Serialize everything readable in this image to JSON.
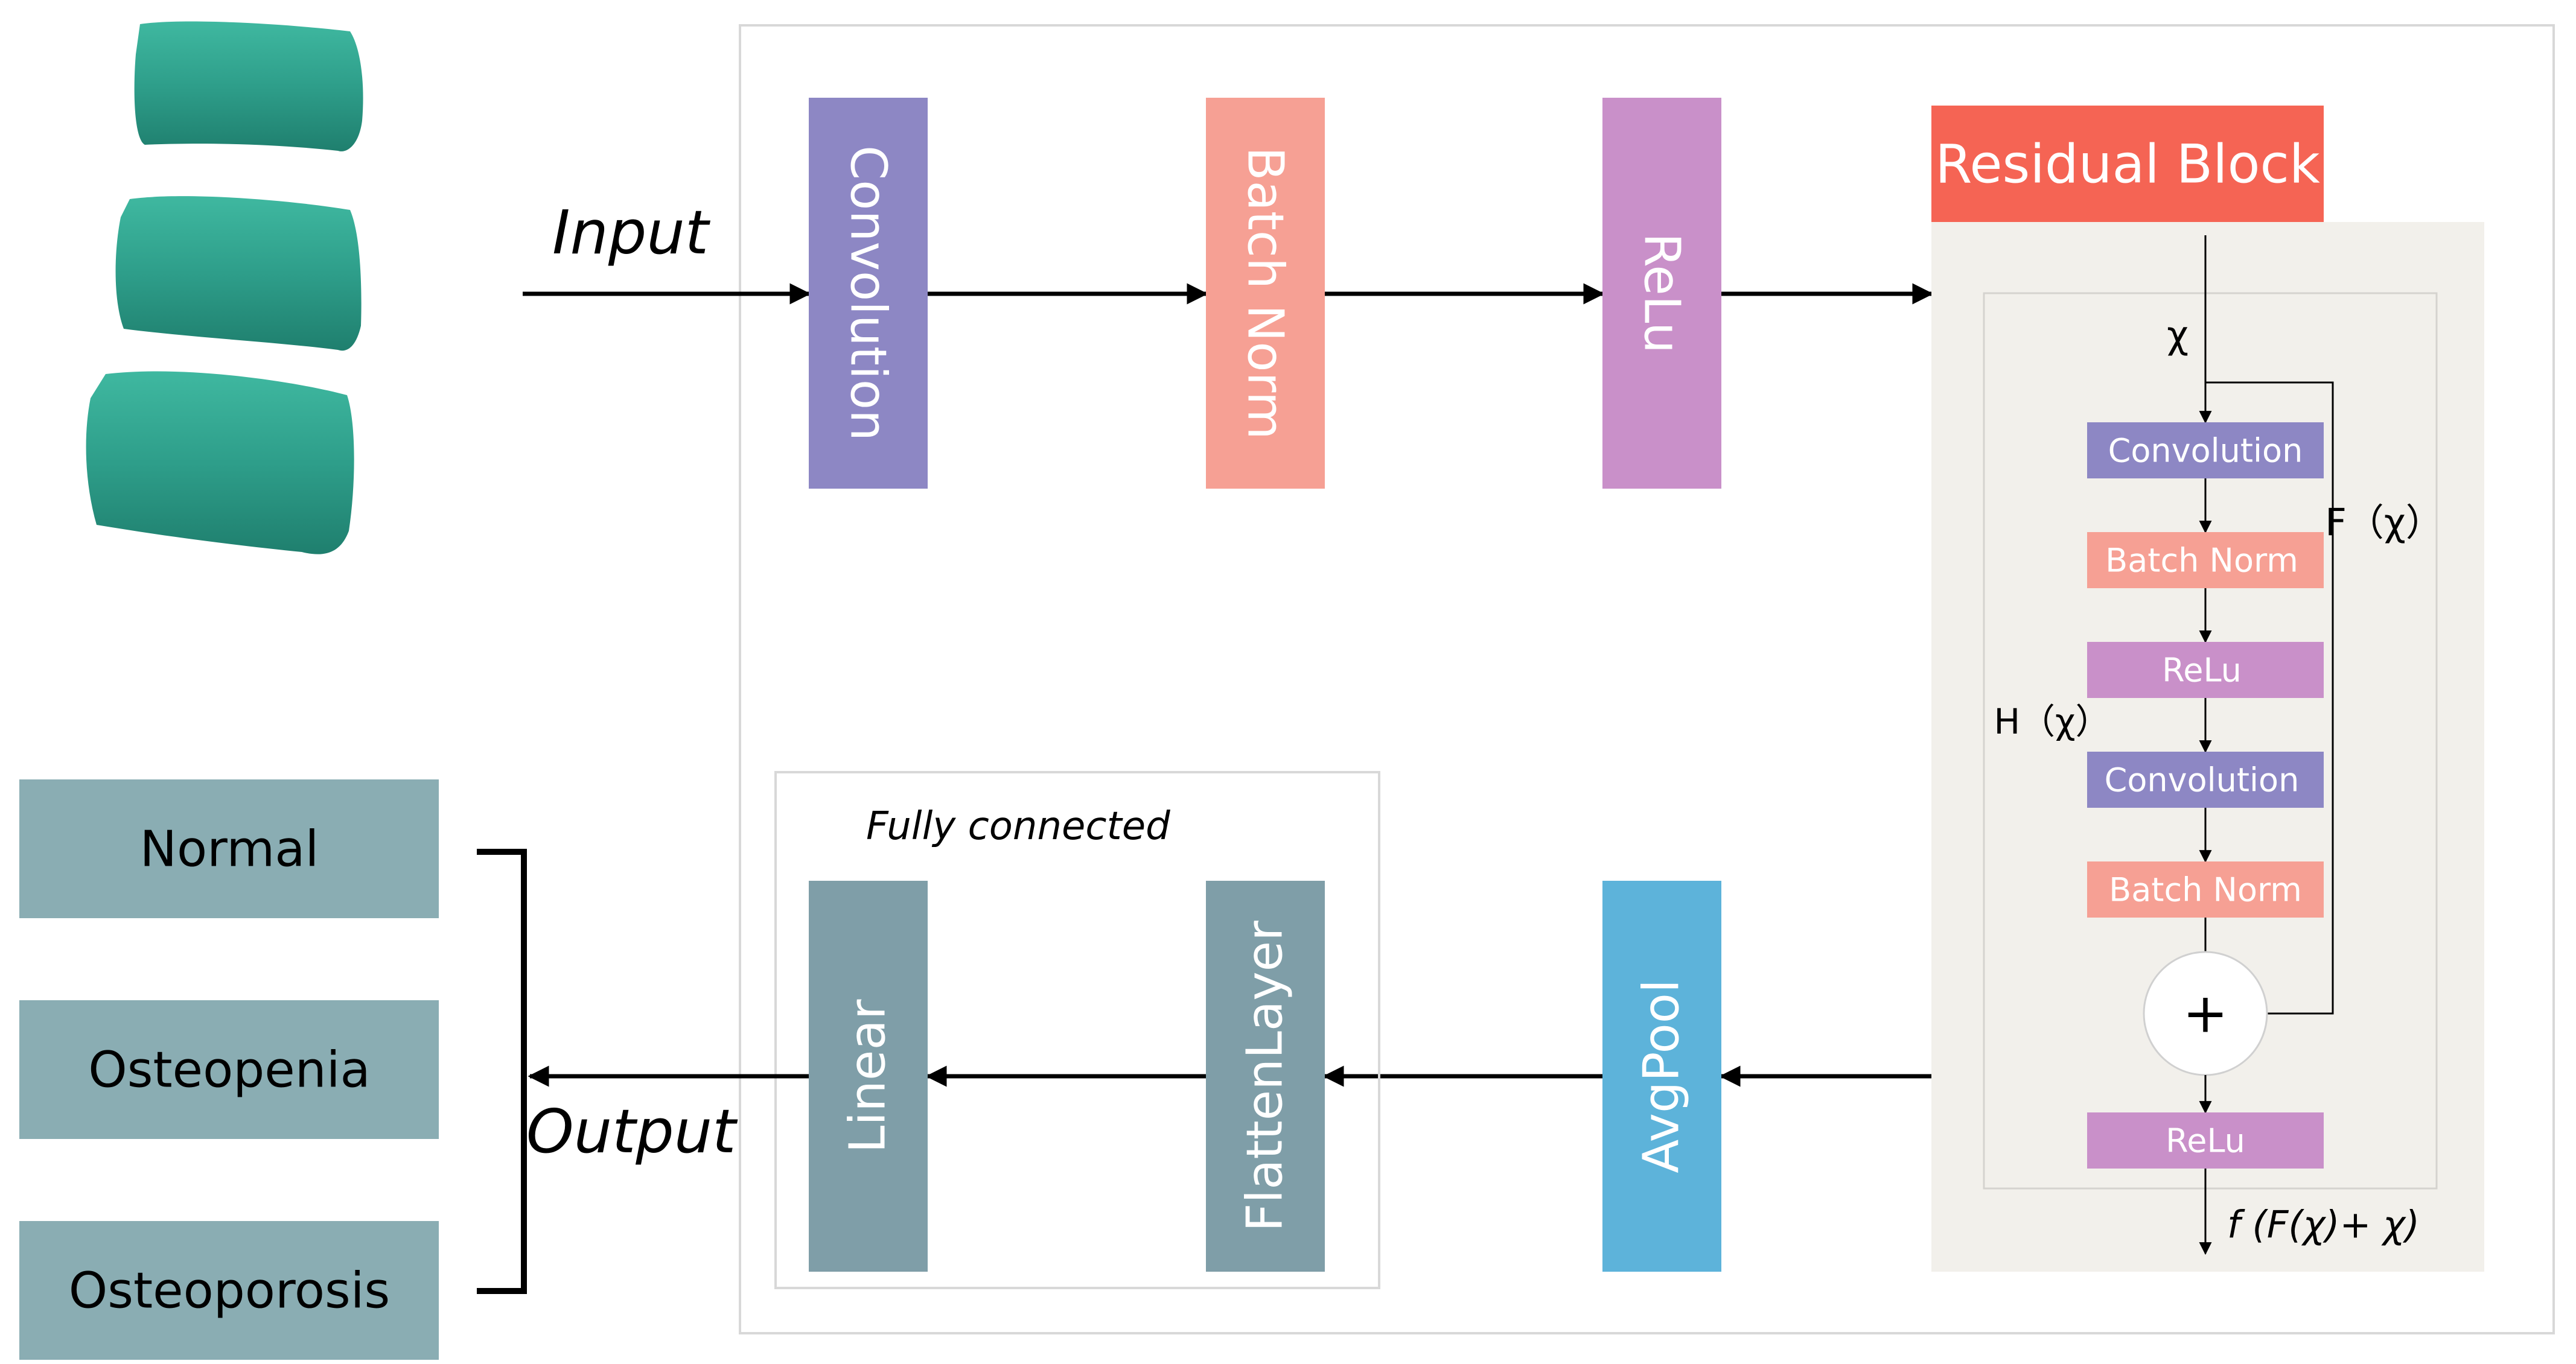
{
  "labels": {
    "input": "Input",
    "output": "Output",
    "fully_connected": "Fully connected"
  },
  "main_blocks": {
    "conv": "Convolution",
    "bn": "Batch Norm",
    "relu": "ReLu",
    "linear": "Linear",
    "flatten": "FlattenLayer",
    "avgpool": "AvgPool"
  },
  "residual": {
    "title": "Residual Block",
    "x": "χ",
    "fx": "F（χ）",
    "hx": "H（χ）",
    "plus": "+",
    "output_formula": "f (F(χ)+ χ)",
    "layers": {
      "conv1": "Convolution",
      "bn1": "Batch Norm",
      "relu1": "ReLu",
      "conv2": "Convolution",
      "bn2": "Batch Norm",
      "relu2": "ReLu"
    }
  },
  "classes": {
    "normal": "Normal",
    "osteopenia": "Osteopenia",
    "osteoporosis": "Osteoporosis"
  },
  "colors": {
    "conv": "#8d87c4",
    "bn": "#f6a094",
    "relu": "#c990c9",
    "residual_title": "#f56454",
    "residual_panel": "#f2f0eb",
    "fc_blocks": "#7f9ea8",
    "avgpool": "#5db3da",
    "classes": "#8aadb3",
    "vertebra": "#2e9e8a"
  }
}
